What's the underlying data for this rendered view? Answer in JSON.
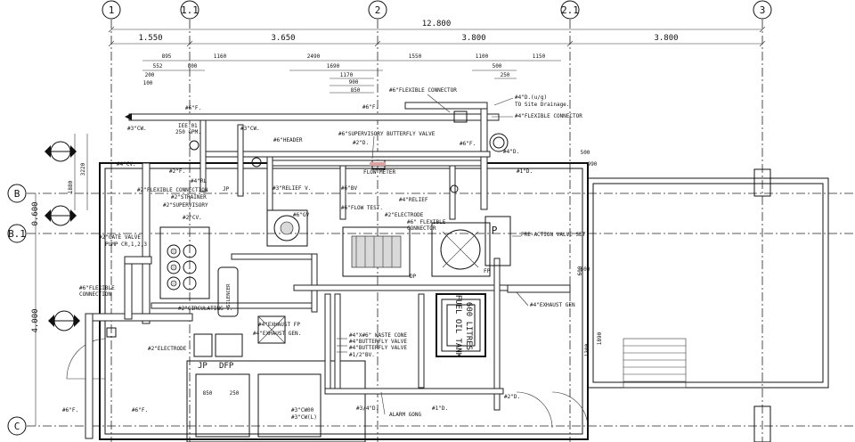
{
  "grid": {
    "columns": [
      "1",
      "1.1",
      "2",
      "2.1",
      "3"
    ],
    "rows": [
      "B",
      "B.1",
      "C"
    ]
  },
  "dimensions": {
    "overall": "12.800",
    "bays": [
      "1.550",
      "3.650",
      "3.800",
      "3.800"
    ],
    "sub": [
      "895",
      "1160",
      "2490",
      "1550",
      "1100",
      "1150",
      "552",
      "800",
      "1690",
      "500",
      "200",
      "1170",
      "250",
      "100",
      "900",
      "850",
      "600",
      "990",
      "500"
    ],
    "left": [
      "3220",
      "1880",
      "0.600",
      "4.000"
    ],
    "right": [
      "600",
      "1890",
      "1300"
    ],
    "bottom": [
      "850",
      "250"
    ]
  },
  "labels": {
    "flex_conn_top": "#6\"FLEXIBLE CONNECTOR",
    "drainage_1": "#4\"D.(u/g)",
    "drainage_2": "TO Site Drainage.",
    "flex_conn_right": "#4\"FLEXIBLE CONNECTOR",
    "f6_top": "#6\"F.",
    "f6_top2": "#6\"F.",
    "cw3_left": "#3\"CW.",
    "cw3_mid": "#3\"CW.",
    "iee": "IEE-01",
    "iee_gpm": "250 GPM.",
    "header": "#6\"HEADER",
    "sup_valve": "#6\"SUPERVISORY BUTTERFLY VALVE",
    "d2": "#2\"D.",
    "f6_mid": "#6\"F.",
    "d4_right": "#4\"D.",
    "d1_right": "#1\"D.",
    "cv4": "#4\"CV.",
    "f2_left": "#2\"F.",
    "rl4": "#4\"RL",
    "flow_meter": "FLOW METER",
    "relief_valve": "#3\"RELIEF V.",
    "bv": "#6\"BV",
    "flex2": "#2\"FLEXIBLE CONNECTION",
    "strainer": "#2\"STRAINER",
    "relief4": "#4\"RELIEF",
    "sup_valve2": "#2\"SUPERVISORY",
    "jp1": "JP",
    "cv2": "#2\"CV.",
    "gv6": "#6\"GV",
    "flow_test": "#6\"FLOW TEST.",
    "electrode2": "#2\"ELECTRODE",
    "flex6_1": "#6\" FLEXIBLE",
    "flex6_2": "CONNECTOR",
    "gate_valve_1": "#2\"GATE VALVE",
    "gate_valve_2": "PUMP CR,1,2,3",
    "p_label": "P",
    "pre_action": "PRE-ACTION VALVE SET",
    "flex6_left_1": "#6\"FLEXIBLE",
    "flex6_left_2": "CONNECTION",
    "fp1": "FP",
    "dp1": "DP",
    "silencer": "SILENCER",
    "circulating": "#2\"CIRCULATING V.",
    "exhaust_gen_r": "#4\"EXHAUST GEN",
    "exhaust_fp": "#4\"EXHAUST FP",
    "exhaust_gen": "#4\"EXHAUST GEN.",
    "waste_cone": "#4\"X#6\" WASTE CONE",
    "bfv1": "#4\"BUTTERFLY VALVE",
    "bfv2": "#4\"BUTTERFLY VALVE",
    "bv12": "#1/2\"BV.",
    "tank_1": "FUEL OIL TANK",
    "tank_2": "600 LITRES",
    "electrode_left": "#2\"ELECTRODE",
    "jp2": "JP",
    "dfp": "DFP",
    "f6_bl1": "#6\"F.",
    "f6_bl2": "#6\"F.",
    "cw3b1": "#3\"CW00",
    "cw3b2": "#3\"CW(L)",
    "d34": "#3/4\"D.",
    "alarm_gong": "ALARM GONG",
    "d1_bottom": "#1\"D.",
    "d2_bottom": "#2\"D."
  }
}
